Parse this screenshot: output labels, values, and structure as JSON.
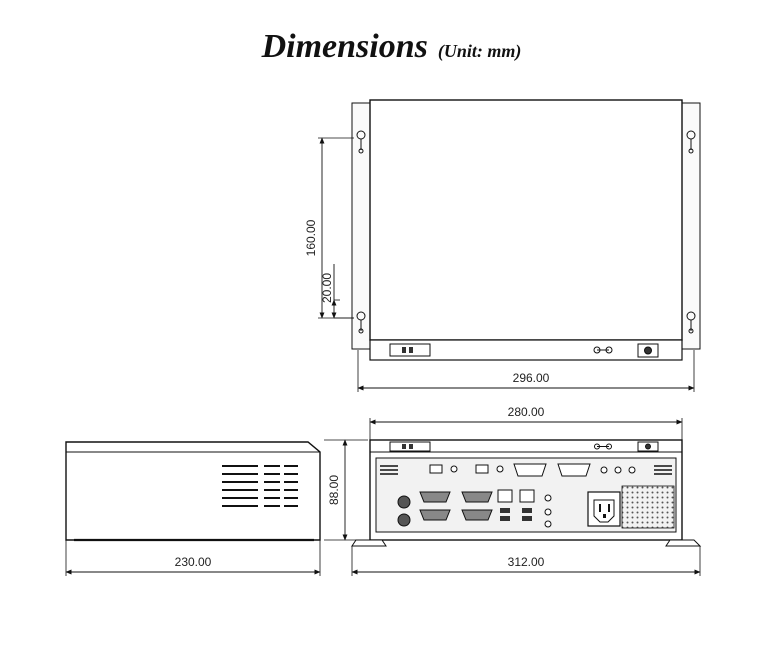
{
  "header": {
    "title": "Dimensions",
    "unit": "(Unit: mm)"
  },
  "dimensions": {
    "top_mount_spacing": "160.00",
    "top_slot_offset": "20.00",
    "top_width": "296.00",
    "front_width": "280.00",
    "front_base_width": "312.00",
    "front_height": "88.00",
    "side_depth": "230.00"
  },
  "colors": {
    "line": "#111111",
    "panel_fill": "#f4f4f4",
    "io_panel": "#e9e9e9",
    "port_dark": "#333333"
  },
  "icons": {
    "slot": "keyhole-slot-icon",
    "power": "power-button-icon",
    "ac_inlet": "ac-power-inlet-icon"
  }
}
